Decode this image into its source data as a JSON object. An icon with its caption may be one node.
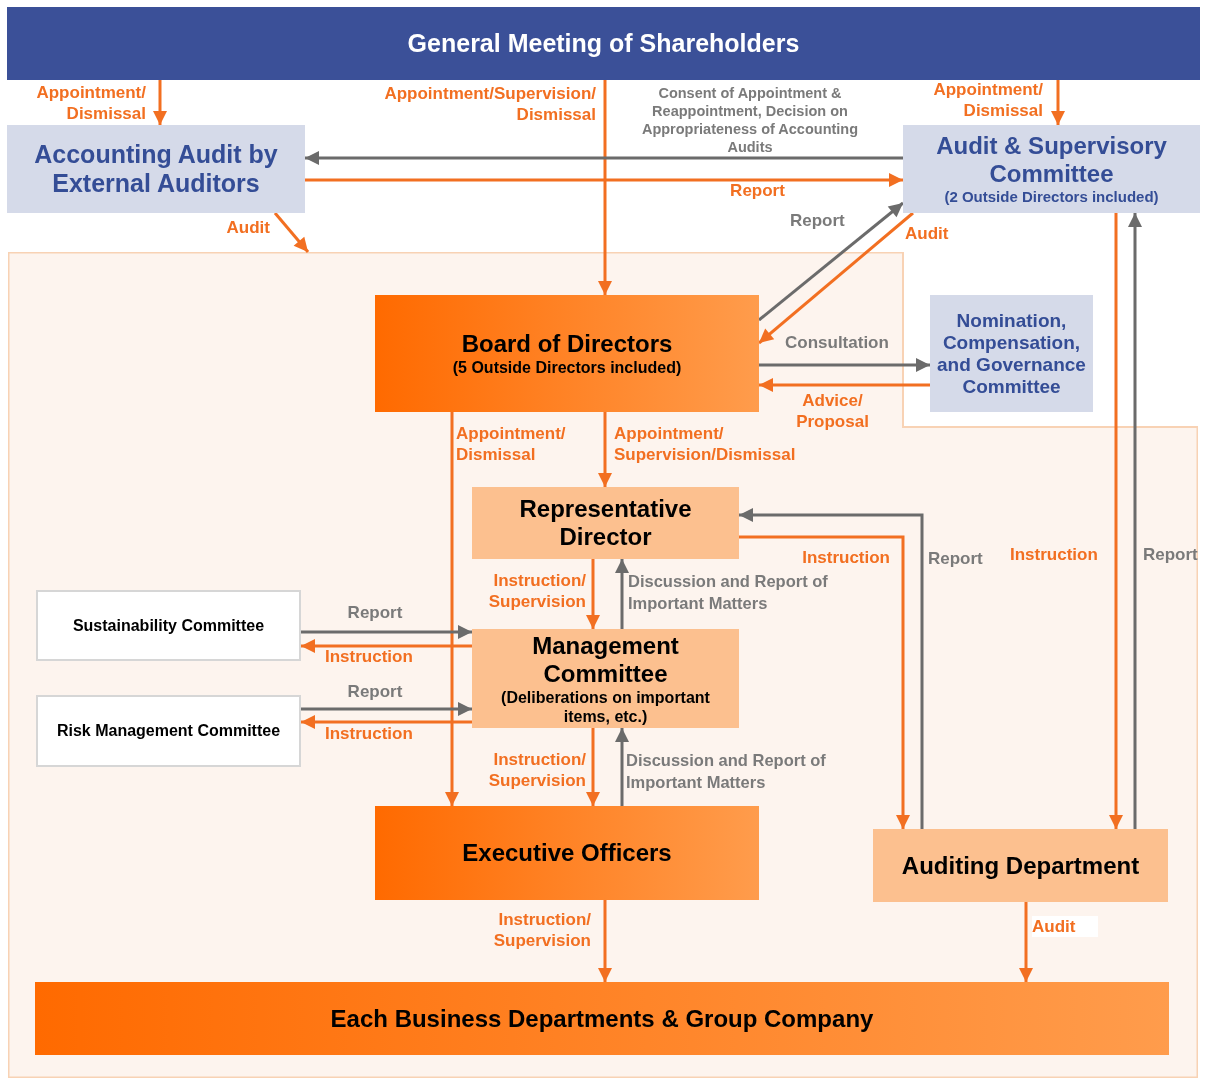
{
  "diagram": {
    "nodes": [
      {
        "text": [
          "General Meeting of Shareholders"
        ]
      },
      {
        "text": [
          "Accounting Audit by External Auditors"
        ]
      },
      {
        "text": [
          "Audit & Supervisory Committee",
          "(2 Outside Directors included)"
        ]
      },
      {
        "text": [],
        "shape": "box"
      },
      {
        "text": [
          "Board of Directors",
          "(5 Outside Directors included)"
        ],
        "in": 3
      },
      {
        "text": [
          "Nomination, Compensation, and Governance Committee"
        ]
      },
      {
        "text": [
          "Representative Director"
        ],
        "in": 3
      },
      {
        "text": [
          "Sustainability Committee"
        ],
        "in": 3
      },
      {
        "text": [
          "Management Committee",
          "(Deliberations on important items, etc.)"
        ],
        "in": 3
      },
      {
        "text": [
          "Risk Management Committee"
        ],
        "in": 3
      },
      {
        "text": [
          "Executive Officers"
        ],
        "in": 3
      },
      {
        "text": [
          "Auditing Department"
        ],
        "in": 3
      },
      {
        "text": [
          "Each Business Departments & Group Company"
        ],
        "in": 3
      }
    ],
    "edges": [
      {
        "from": 0,
        "to": 1,
        "arrow": "to",
        "label": "Appointment/ Dismissal"
      },
      {
        "from": 0,
        "to": 4,
        "arrow": "to",
        "label": "Appointment/Supervision/ Dismissal"
      },
      {
        "from": 0,
        "to": 2,
        "arrow": "to",
        "label": "Appointment/ Dismissal"
      },
      {
        "from": 2,
        "to": 1,
        "arrow": "to",
        "label": "Consent of Appointment & Reappointment, Decision on Appropriateness of Accounting Audits",
        "color": "#6b6b6b"
      },
      {
        "from": 1,
        "to": 2,
        "arrow": "to",
        "label": "Report"
      },
      {
        "from": 1,
        "to": 3,
        "arrow": "to",
        "label": "Audit"
      },
      {
        "from": 4,
        "to": 2,
        "arrow": "to",
        "label": "Report",
        "color": "#6b6b6b"
      },
      {
        "from": 2,
        "to": 4,
        "arrow": "to",
        "label": "Audit"
      },
      {
        "from": 4,
        "to": 5,
        "arrow": "to",
        "label": "Consultation",
        "color": "#6b6b6b"
      },
      {
        "from": 5,
        "to": 4,
        "arrow": "to",
        "label": "Advice/ Proposal"
      },
      {
        "from": 4,
        "to": 10,
        "arrow": "to",
        "label": "Appointment/ Dismissal"
      },
      {
        "from": 4,
        "to": 6,
        "arrow": "to",
        "label": "Appointment/ Supervision/Dismissal"
      },
      {
        "from": 6,
        "to": 8,
        "arrow": "to",
        "label": "Instruction/ Supervision"
      },
      {
        "from": 8,
        "to": 6,
        "arrow": "to",
        "label": "Discussion and Report of Important Matters",
        "color": "#6b6b6b"
      },
      {
        "from": 7,
        "to": 8,
        "arrow": "to",
        "label": "Report",
        "color": "#6b6b6b"
      },
      {
        "from": 8,
        "to": 7,
        "arrow": "to",
        "label": "Instruction"
      },
      {
        "from": 9,
        "to": 8,
        "arrow": "to",
        "label": "Report",
        "color": "#6b6b6b"
      },
      {
        "from": 8,
        "to": 9,
        "arrow": "to",
        "label": "Instruction"
      },
      {
        "from": 8,
        "to": 10,
        "arrow": "to",
        "label": "Instruction/ Supervision"
      },
      {
        "from": 10,
        "to": 8,
        "arrow": "to",
        "label": "Discussion and Report of Important Matters",
        "color": "#6b6b6b"
      },
      {
        "from": 6,
        "to": 11,
        "arrow": "to",
        "label": "Instruction"
      },
      {
        "from": 11,
        "to": 6,
        "arrow": "to",
        "label": "Report",
        "color": "#6b6b6b"
      },
      {
        "from": 2,
        "to": 11,
        "arrow": "to",
        "label": "Instruction"
      },
      {
        "from": 11,
        "to": 2,
        "arrow": "to",
        "label": "Report",
        "color": "#6b6b6b"
      },
      {
        "from": 10,
        "to": 12,
        "arrow": "to",
        "label": "Instruction/ Supervision"
      },
      {
        "from": 11,
        "to": 12,
        "arrow": "to",
        "label": "Audit"
      }
    ]
  }
}
